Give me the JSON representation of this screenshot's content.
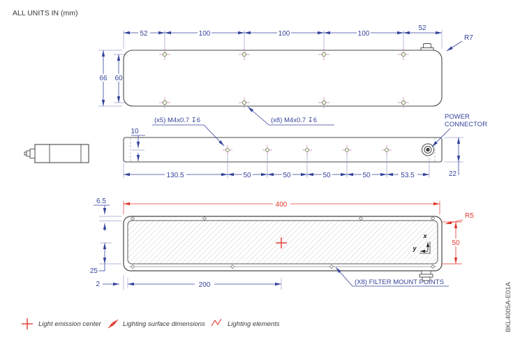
{
  "meta": {
    "units_note": "ALL UNITS IN (mm)",
    "part_number": "BKL4005A-E01A"
  },
  "colors": {
    "dimension_blue": "#35439b",
    "dimension_red": "#e0382f",
    "outline_gray": "#474747",
    "extension_line": "#9aa2cf",
    "hatch_gray": "#c9c9c9",
    "hole_cross_magenta": "#c673c6",
    "hole_circle_green": "#6f8f52"
  },
  "top_view": {
    "dims_horizontal": [
      "52",
      "100",
      "100",
      "100",
      "52"
    ],
    "dim_height_outer": "66",
    "dim_height_inner": "60",
    "corner_radius_label": "R7",
    "hole_callout": "(x8) M4x0.7 ↧6"
  },
  "front_view": {
    "hole_callout": "(x5) M4x0.7 ↧6",
    "dim_hole_offset": "10",
    "dims_horizontal": [
      "130.5",
      "50",
      "50",
      "50",
      "50",
      "53.5"
    ],
    "dim_height": "22",
    "power_connector_line1": "POWER",
    "power_connector_line2": "CONNECTOR"
  },
  "bottom_view": {
    "dim_width": "400",
    "corner_radius_label": "R5",
    "dim_surface_height": "50",
    "dim_top_offset": "6.5",
    "dim_left_offset": "2",
    "dim_center": "200",
    "dim_bottom_offset": "25",
    "filter_mount_label": "(X8) FILTER MOUNT POINTS",
    "axis_x_label": "x",
    "axis_y_label": "y"
  },
  "legend": {
    "items": [
      {
        "symbol": "light-emission-center-cross-icon",
        "label": "Light emission center"
      },
      {
        "symbol": "surface-dimensions-arrow-icon",
        "label": "Lighting surface dimensions"
      },
      {
        "symbol": "lighting-elements-wave-icon",
        "label": "Lighting elements"
      }
    ]
  }
}
